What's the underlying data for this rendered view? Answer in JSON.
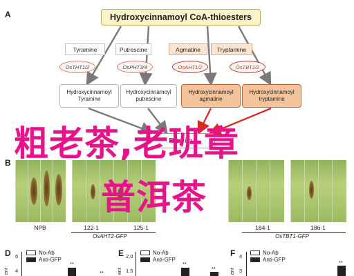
{
  "panels": {
    "a": "A",
    "b": "B",
    "d": "D",
    "e": "E",
    "f": "F"
  },
  "pathway": {
    "title": "Hydroxycinnamoyl CoA-thioesters",
    "substrates": [
      "Tyramine",
      "Putrescine",
      "Agmatine",
      "Tryptamine"
    ],
    "enzymes": [
      "OsTHT1/2",
      "OsPHT3/4",
      "OsAHT1/2",
      "OsTBT1/2"
    ],
    "products": [
      [
        "Hydroxycinnamoyl",
        "Tyramine"
      ],
      [
        "Hydroxycinnamoyl",
        "putrescine"
      ],
      [
        "Hydroxycinnamoyl",
        "agmatine"
      ],
      [
        "Hydroxycinnamoyl",
        "tryptamine"
      ]
    ],
    "target": "Rice im"
  },
  "overlay": {
    "line1": "粗老茶,老班章",
    "line2": "普洱茶"
  },
  "leaves": {
    "labels": [
      "NPB",
      "122-1",
      "125-1",
      "184-1",
      "186-1"
    ],
    "group1": "OsAHT2-GFP",
    "group2": "OsTBT1-GFP"
  },
  "bar_panels": {
    "d": {
      "legend": [
        "No-Ab",
        "Anti-GFP"
      ],
      "yticks": [
        "6",
        "4"
      ],
      "ylabel": "ent",
      "marks": [
        "**",
        "**"
      ]
    },
    "e": {
      "legend": [
        "No-Ab",
        "Anti-GFP"
      ],
      "yticks": [
        "2.0",
        "1.5"
      ],
      "ylabel": "ent",
      "marks": [
        "**",
        "**"
      ]
    },
    "f": {
      "legend": [
        "No-Ab",
        "Anti-GFP"
      ],
      "yticks": [
        "4",
        "3"
      ],
      "ylabel": "ent",
      "marks": [
        "**"
      ]
    }
  },
  "colors": {
    "overlay_text": "#e8138a",
    "accent_orange": "#f3c39c",
    "enzyme_red": "#c0392b",
    "arrow_red": "#d62b1f"
  }
}
